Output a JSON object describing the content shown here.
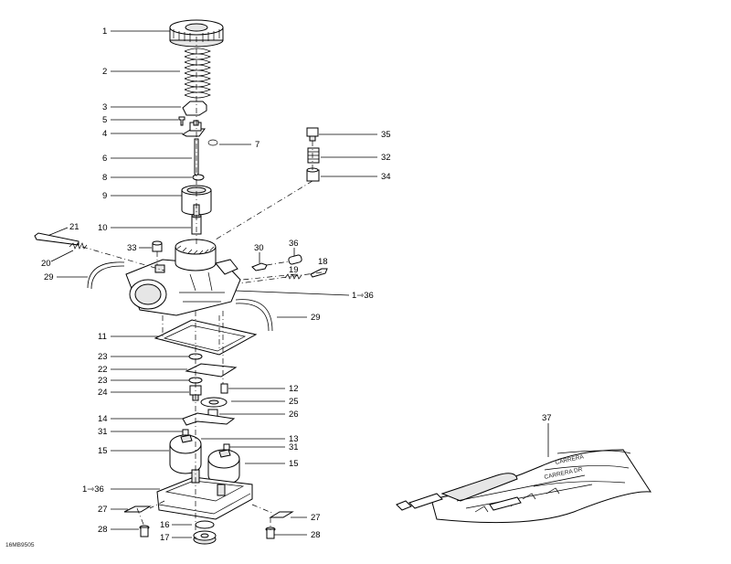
{
  "diagram": {
    "ref_code": "16MB9505",
    "callouts": [
      {
        "key": "c1",
        "text": "1"
      },
      {
        "key": "c2",
        "text": "2"
      },
      {
        "key": "c3",
        "text": "3"
      },
      {
        "key": "c5",
        "text": "5"
      },
      {
        "key": "c4",
        "text": "4"
      },
      {
        "key": "c7",
        "text": "7"
      },
      {
        "key": "c6",
        "text": "6"
      },
      {
        "key": "c8",
        "text": "8"
      },
      {
        "key": "c9",
        "text": "9"
      },
      {
        "key": "c10",
        "text": "10"
      },
      {
        "key": "c21",
        "text": "21"
      },
      {
        "key": "c33",
        "text": "33"
      },
      {
        "key": "c20",
        "text": "20"
      },
      {
        "key": "c29a",
        "text": "29"
      },
      {
        "key": "c30",
        "text": "30"
      },
      {
        "key": "c36",
        "text": "36"
      },
      {
        "key": "c18",
        "text": "18"
      },
      {
        "key": "c19",
        "text": "19"
      },
      {
        "key": "c1to36a",
        "text": "1⇾36"
      },
      {
        "key": "c29b",
        "text": "29"
      },
      {
        "key": "c11",
        "text": "11"
      },
      {
        "key": "c23a",
        "text": "23"
      },
      {
        "key": "c22",
        "text": "22"
      },
      {
        "key": "c23b",
        "text": "23"
      },
      {
        "key": "c12",
        "text": "12"
      },
      {
        "key": "c24",
        "text": "24"
      },
      {
        "key": "c25",
        "text": "25"
      },
      {
        "key": "c26",
        "text": "26"
      },
      {
        "key": "c14",
        "text": "14"
      },
      {
        "key": "c31a",
        "text": "31"
      },
      {
        "key": "c13",
        "text": "13"
      },
      {
        "key": "c31b",
        "text": "31"
      },
      {
        "key": "c15a",
        "text": "15"
      },
      {
        "key": "c15b",
        "text": "15"
      },
      {
        "key": "c1to36b",
        "text": "1⇾36"
      },
      {
        "key": "c27a",
        "text": "27"
      },
      {
        "key": "c27b",
        "text": "27"
      },
      {
        "key": "c16",
        "text": "16"
      },
      {
        "key": "c28a",
        "text": "28"
      },
      {
        "key": "c17",
        "text": "17"
      },
      {
        "key": "c28b",
        "text": "28"
      },
      {
        "key": "c35",
        "text": "35"
      },
      {
        "key": "c32",
        "text": "32"
      },
      {
        "key": "c34",
        "text": "34"
      },
      {
        "key": "c37",
        "text": "37"
      }
    ],
    "kit_text": [
      "CARRERA",
      "CARRERA DR"
    ]
  }
}
